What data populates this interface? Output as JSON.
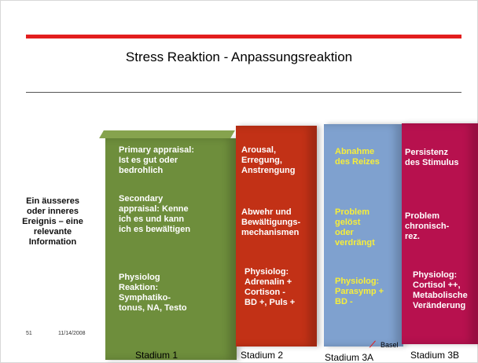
{
  "slide": {
    "title": "Stress Reaktion - Anpassungsreaktion",
    "left_text": [
      "Ein äusseres",
      "oder inneres",
      "Ereignis – eine",
      "relevante",
      "Information"
    ],
    "footer": {
      "number": "51",
      "date": "11/14/2008"
    },
    "logo": {
      "text": "Basel"
    }
  },
  "boxes": {
    "stadium1": {
      "p1": [
        "Primary appraisal:",
        "Ist es gut oder",
        "bedrohlich"
      ],
      "p2": [
        "Secondary",
        "appraisal: Kenne",
        "ich es und kann",
        "ich es bewältigen"
      ],
      "p3": [
        "Physiolog",
        "Reaktion:",
        "Symphatiko-",
        "tonus, NA, Testo"
      ]
    },
    "stadium2": {
      "p1": [
        "Arousal,",
        "Erregung,",
        "Anstrengung"
      ],
      "p2": [
        "Abwehr und",
        "Bewältigungs-",
        "mechanismen"
      ],
      "p3": [
        "Physiolog:",
        "Adrenalin +",
        "Cortison -",
        "BD +, Puls +"
      ]
    },
    "stadium3a": {
      "p1": [
        "Abnahme",
        "des Reizes"
      ],
      "p2": [
        "Problem",
        "gelöst",
        "oder",
        "verdrängt"
      ],
      "p3": [
        "Physiolog:",
        "Parasymp +",
        "BD -"
      ]
    },
    "stadium3b": {
      "p1": [
        "Persistenz",
        "des Stimulus"
      ],
      "p2": [
        "Problem",
        "chronisch-",
        "rez."
      ],
      "p3": [
        "Physiolog:",
        "Cortisol ++,",
        "Metabolische",
        "Veränderung"
      ]
    }
  },
  "stages": {
    "s1": "Stadium 1",
    "s2": "Stadium 2",
    "s3a": "Stadium 3A",
    "s3b": "Stadium 3B"
  },
  "colors": {
    "red_rule": "#e31e1e",
    "stadium1": "#6e8e3c",
    "stadium2": "#c23116",
    "stadium3a": "#7fa1cf",
    "stadium3b": "#b7114e",
    "text_yellow": "#f7ee3a"
  }
}
